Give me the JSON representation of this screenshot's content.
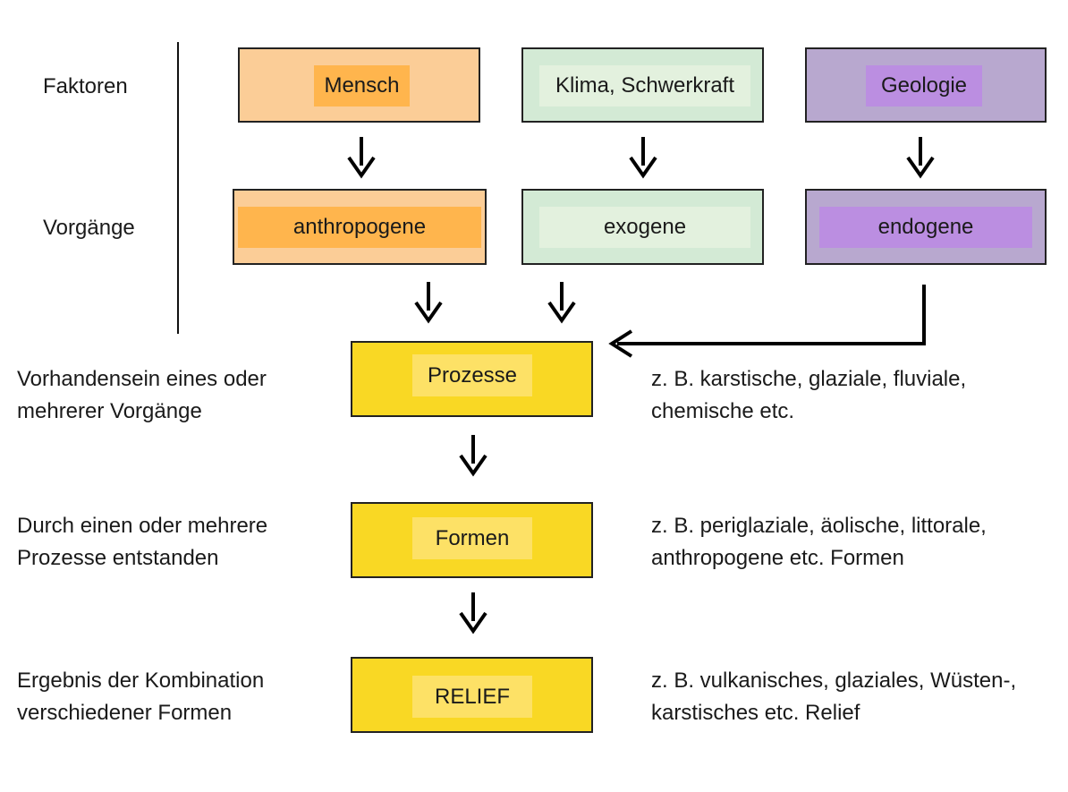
{
  "rows": {
    "faktoren": "Faktoren",
    "vorgaenge": "Vorgänge"
  },
  "factors": [
    {
      "label": "Mensch"
    },
    {
      "label": "Klima, Schwerkraft"
    },
    {
      "label": "Geologie"
    }
  ],
  "processes_kind": [
    {
      "label": "anthropogene"
    },
    {
      "label": "exogene"
    },
    {
      "label": "endogene"
    }
  ],
  "chain": [
    {
      "label": "Prozesse",
      "left": [
        "Vorhandensein eines oder",
        "mehrerer Vorgänge"
      ],
      "right": [
        "z. B. karstische, glaziale, fluviale,",
        "chemische etc."
      ]
    },
    {
      "label": "Formen",
      "left": [
        "Durch einen oder mehrere",
        "Prozesse entstanden"
      ],
      "right": [
        "z. B. periglaziale, äolische, littorale,",
        "anthropogene etc. Formen"
      ]
    },
    {
      "label": "RELIEF",
      "left": [
        "Ergebnis der Kombination",
        "verschiedener Formen"
      ],
      "right": [
        "z. B. vulkanisches, glaziales, Wüsten-,",
        "karstisches etc. Relief"
      ]
    }
  ],
  "colors": {
    "orange_box": "#fbcd97",
    "orange_inner": "#ffb54d",
    "green_box": "#d3ead5",
    "green_inner": "#e3f1de",
    "purple_box": "#b8a8cf",
    "purple_inner": "#bb8ee1",
    "yellow_box": "#f9d824",
    "yellow_inner": "#fde166",
    "arrow": "#000000"
  }
}
